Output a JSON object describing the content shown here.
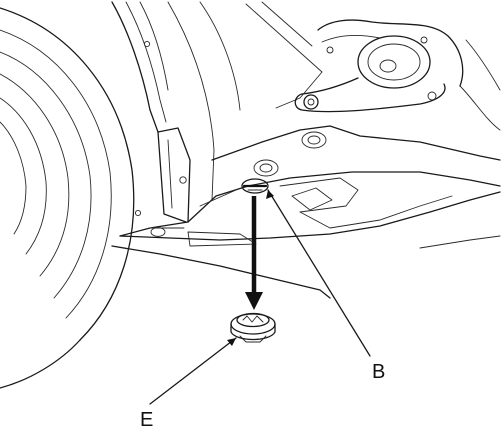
{
  "diagram": {
    "callouts": [
      {
        "id": "B",
        "label": "B",
        "points_to": "clip-hole"
      },
      {
        "id": "E",
        "label": "E",
        "points_to": "trim-clip"
      }
    ],
    "colors": {
      "ink": "#1a1a1a",
      "background": "#ffffff"
    }
  }
}
